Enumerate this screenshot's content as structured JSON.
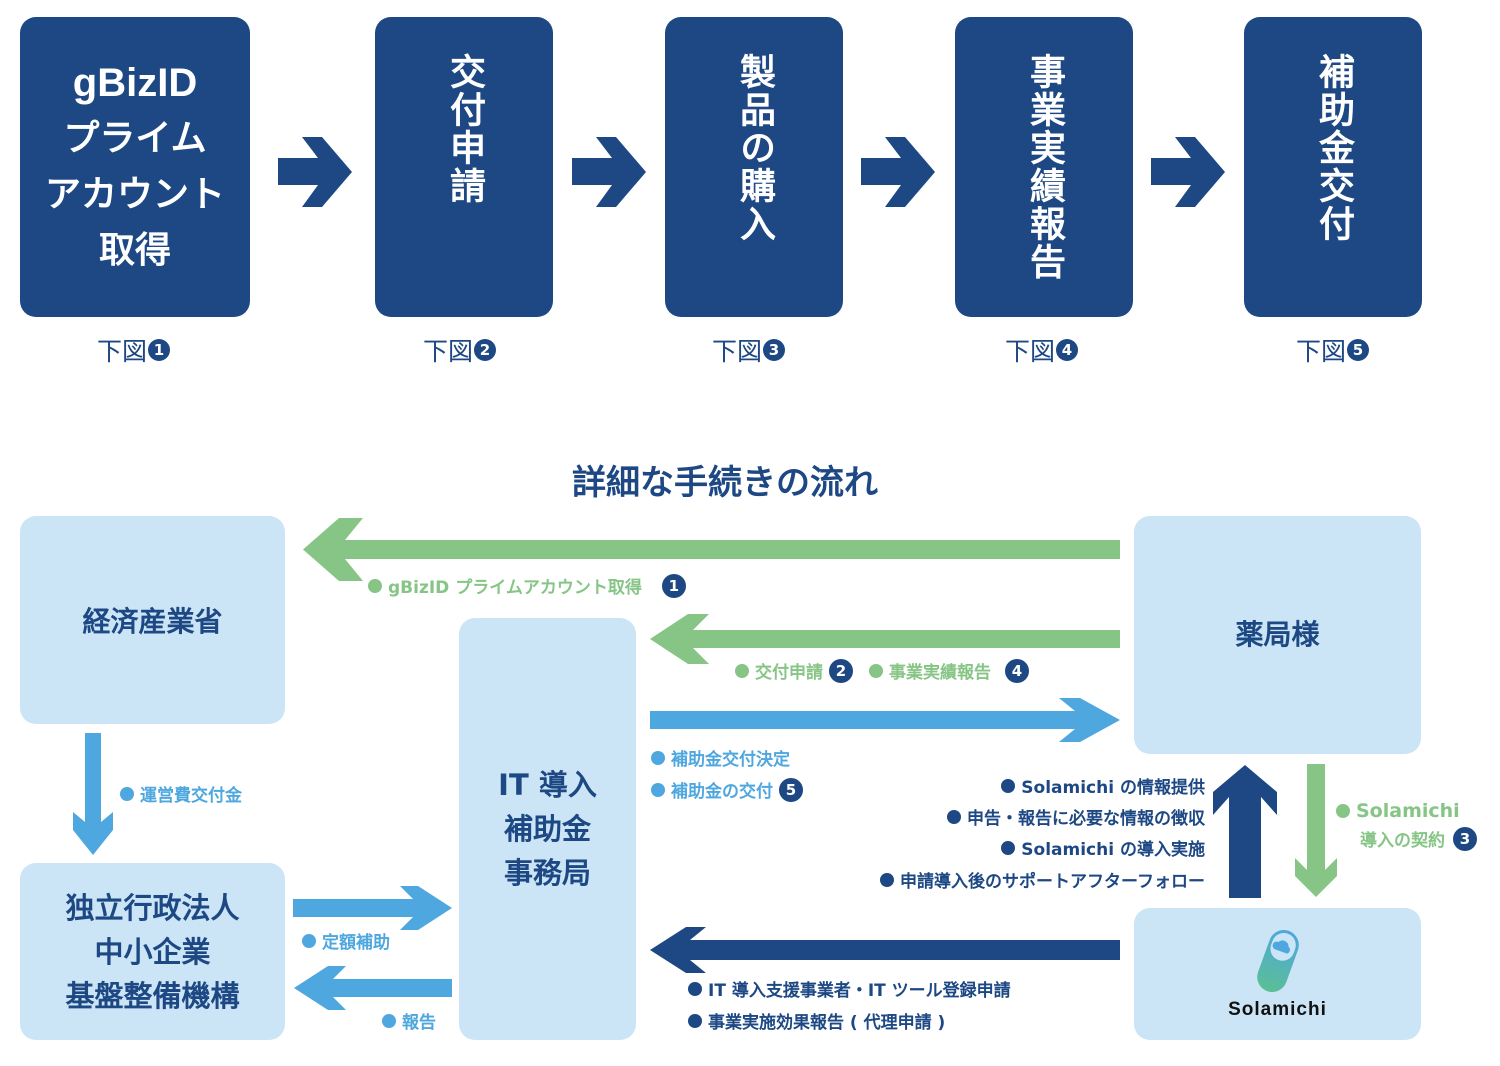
{
  "colors": {
    "navy": "#1d4884",
    "light_blue_box": "#cbe5f6",
    "blue": "#4ea7de",
    "green": "#86c585"
  },
  "steps": [
    {
      "label_lines": [
        "gBizID",
        "プライム",
        "アカウント",
        "取得"
      ],
      "ref_text": "下図",
      "ref_num": "1"
    },
    {
      "label": "交付申請",
      "ref_text": "下図",
      "ref_num": "2"
    },
    {
      "label": "製品の購入",
      "ref_text": "下図",
      "ref_num": "3"
    },
    {
      "label": "事業実績報告",
      "ref_text": "下図",
      "ref_num": "4"
    },
    {
      "label": "補助金交付",
      "ref_text": "下図",
      "ref_num": "5"
    }
  ],
  "flow_title": "詳細な手続きの流れ",
  "nodes": {
    "meti": "経済産業省",
    "pharmacy": "薬局様",
    "it_office": [
      "IT 導入",
      "補助金",
      "事務局"
    ],
    "smrj": [
      "独立行政法人",
      "中小企業",
      "基盤整備機構"
    ],
    "solamichi": {
      "logo_icon": "solamichi-capsule-cloud-logo",
      "name": "Solamichi"
    }
  },
  "edges": {
    "pharmacy_to_meti": {
      "label": "gBizID プライムアカウント取得",
      "num": "1"
    },
    "pharmacy_to_it": [
      {
        "label": "交付申請",
        "num": "2"
      },
      {
        "label": "事業実績報告",
        "num": "4"
      }
    ],
    "it_to_pharmacy": [
      {
        "label": "補助金交付決定"
      },
      {
        "label": "補助金の交付",
        "num": "5"
      }
    ],
    "solamichi_to_pharmacy": [
      "Solamichi の情報提供",
      "申告・報告に必要な情報の徴収",
      "Solamichi の導入実施",
      "申請導入後のサポートアフターフォロー"
    ],
    "pharmacy_to_solamichi": {
      "line1": "Solamichi",
      "line2": "導入の契約",
      "num": "3"
    },
    "solamichi_to_it": [
      "IT 導入支援事業者・IT ツール登録申請",
      "事業実施効果報告 ( 代理申請 )"
    ],
    "meti_to_smrj": "運営費交付金",
    "smrj_to_it": "定額補助",
    "it_to_smrj": "報告"
  }
}
